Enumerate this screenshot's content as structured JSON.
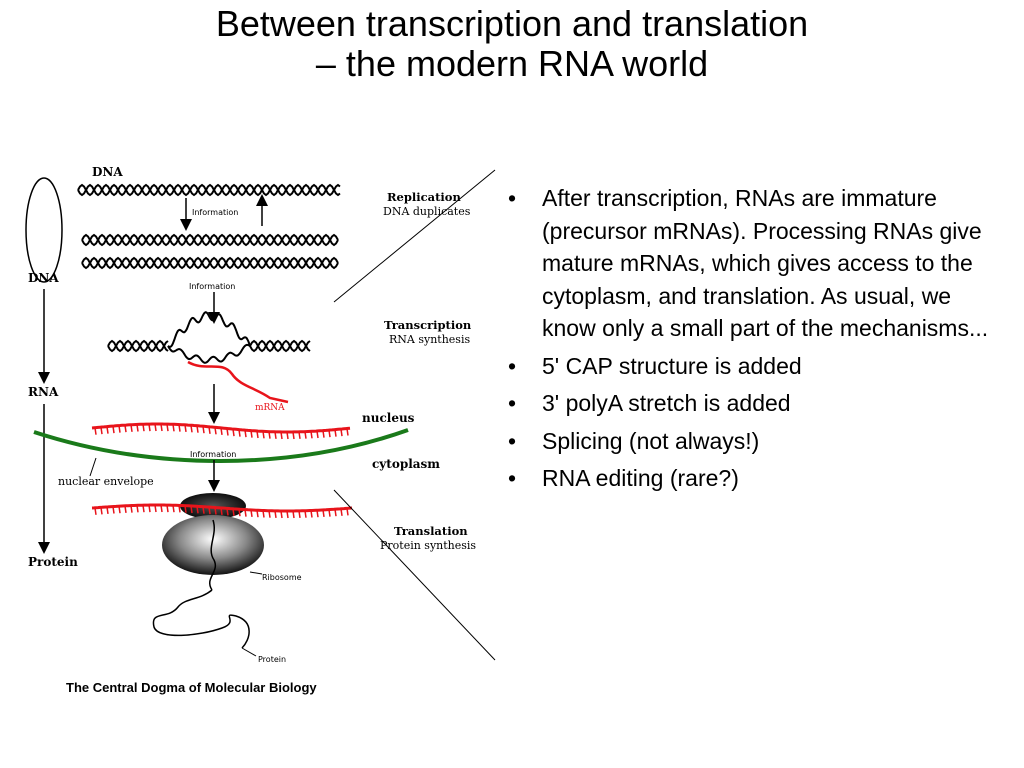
{
  "slide": {
    "title_line1": "Between transcription and translation",
    "title_line2": "– the modern RNA world"
  },
  "diagram": {
    "caption": "The Central Dogma of Molecular Biology",
    "left_labels": {
      "dna_top": "DNA",
      "dna": "DNA",
      "rna": "RNA",
      "protein": "Protein"
    },
    "stages": {
      "replication_title": "Replication",
      "replication_sub": "DNA duplicates",
      "transcription_title": "Transcription",
      "transcription_sub": "RNA synthesis",
      "translation_title": "Translation",
      "translation_sub": "Protein synthesis"
    },
    "information_label": "Information",
    "mrna_label": "mRNA",
    "nucleus_label": "nucleus",
    "cytoplasm_label": "cytoplasm",
    "nuclear_envelope_label": "nuclear envelope",
    "ribosome_label": "Ribosome",
    "protein_label": "Protein",
    "colors": {
      "rna": "#e8141b",
      "envelope": "#1a7a1a",
      "ink": "#000000"
    }
  },
  "bullets": [
    "After transcription, RNAs are immature (precursor mRNAs). Processing RNAs give mature mRNAs, which gives  access to the cytoplasm, and translation. As usual, we know only a small part of the mechanisms...",
    "5' CAP structure is added",
    "3' polyA stretch is added",
    "Splicing (not always!)",
    "RNA editing (rare?)"
  ]
}
